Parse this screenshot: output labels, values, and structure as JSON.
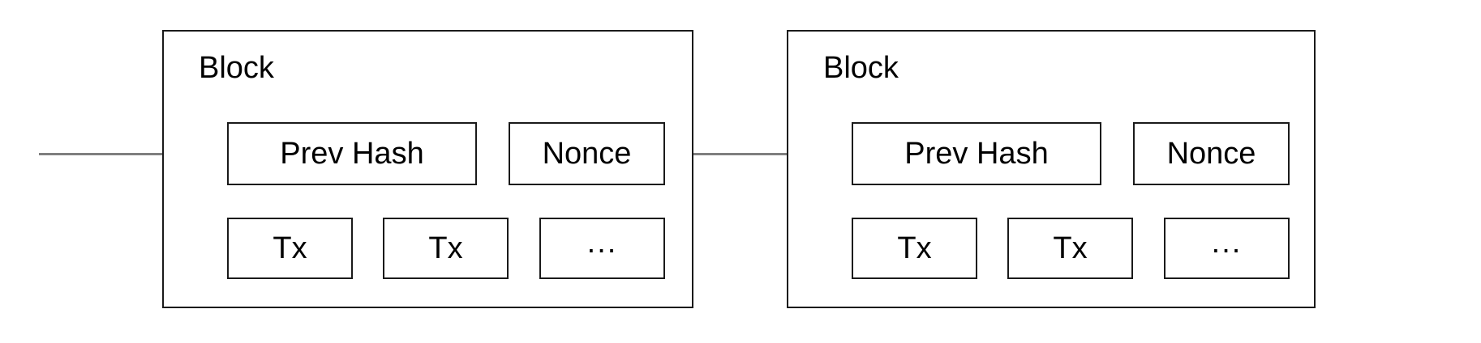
{
  "diagram": {
    "title": "Blockchain block chain diagram",
    "background_color": "#ffffff",
    "line_color": "#7f7f7f",
    "arrow_color": "#000000",
    "border_color": "#1a1a1a"
  },
  "blocks": [
    {
      "label": "Block",
      "fields": {
        "prev_hash": "Prev Hash",
        "nonce": "Nonce",
        "tx_a": "Tx",
        "tx_b": "Tx",
        "tx_more": "..."
      }
    },
    {
      "label": "Block",
      "fields": {
        "prev_hash": "Prev Hash",
        "nonce": "Nonce",
        "tx_a": "Tx",
        "tx_b": "Tx",
        "tx_more": "..."
      }
    }
  ]
}
